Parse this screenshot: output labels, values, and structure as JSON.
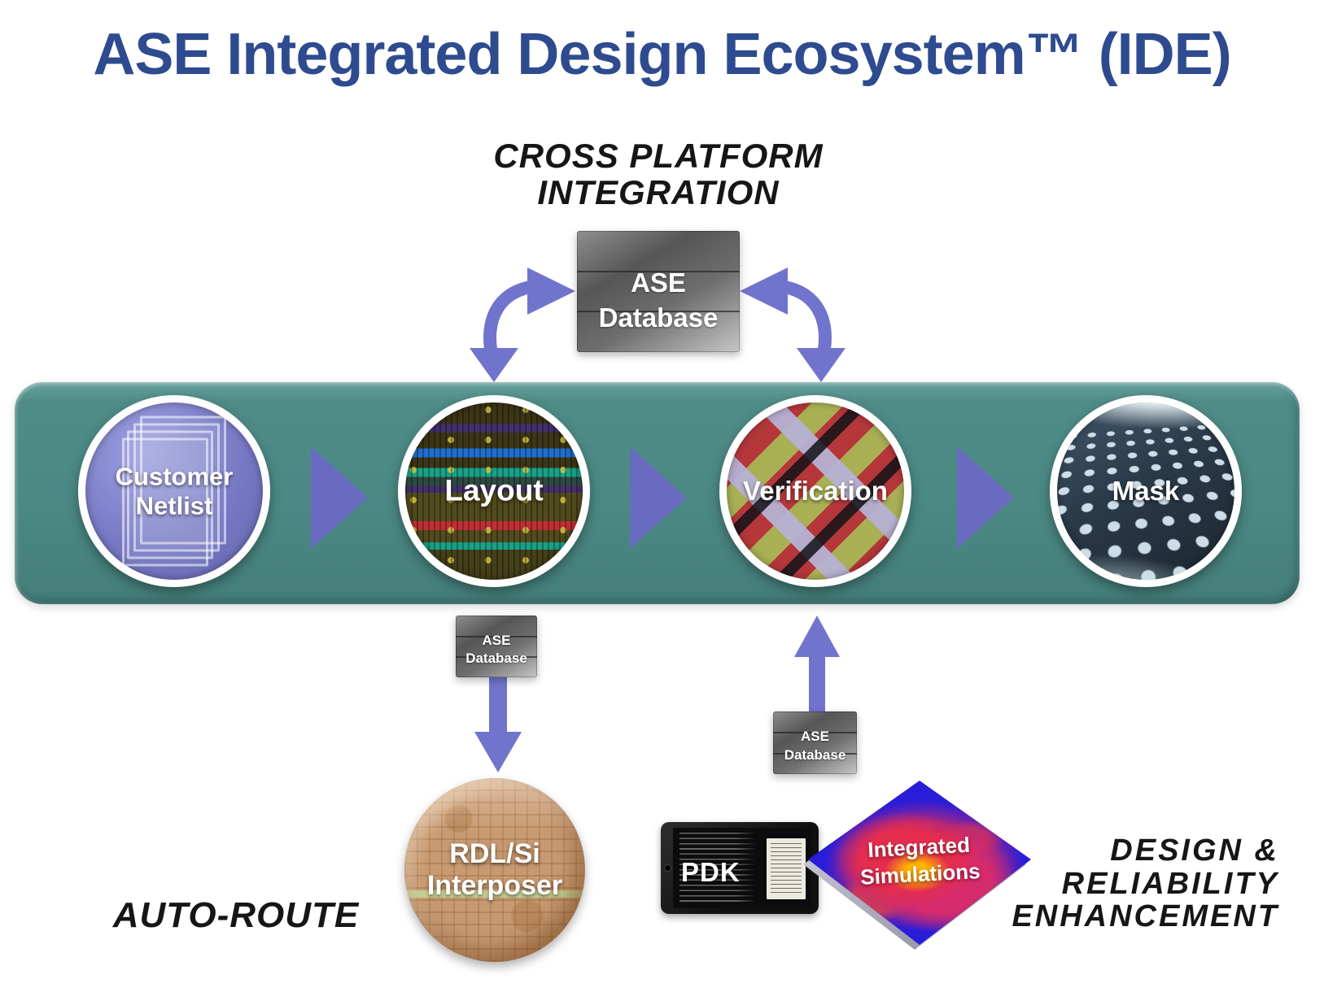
{
  "title": "ASE Integrated Design Ecosystem™ (IDE)",
  "annotations": {
    "cross_platform": {
      "line1": "CROSS PLATFORM",
      "line2": "INTEGRATION"
    },
    "auto_route": "AUTO-ROUTE",
    "design_reliability": {
      "line1": "DESIGN &",
      "line2": "RELIABILITY",
      "line3": "ENHANCEMENT"
    }
  },
  "database": {
    "line1": "ASE",
    "line2": "Database"
  },
  "pipeline": {
    "stages": [
      {
        "line1": "Customer",
        "line2": "Netlist"
      },
      {
        "line1": "Layout",
        "line2": ""
      },
      {
        "line1": "Verification",
        "line2": ""
      },
      {
        "line1": "Mask",
        "line2": ""
      }
    ]
  },
  "auto_route_branch": {
    "node": {
      "line1": "RDL/Si",
      "line2": "Interposer"
    }
  },
  "enhancement_branch": {
    "pdk_label": "PDK",
    "simulations": {
      "line1": "Integrated",
      "line2": "Simulations"
    }
  },
  "colors": {
    "title_blue": "#2e4b90",
    "bar_teal": "#4d8a85",
    "arrow_purple": "#7174cc",
    "triangle_purple": "#686bc0",
    "netlist_purple": "#7779c5",
    "caption_black": "#161616"
  }
}
